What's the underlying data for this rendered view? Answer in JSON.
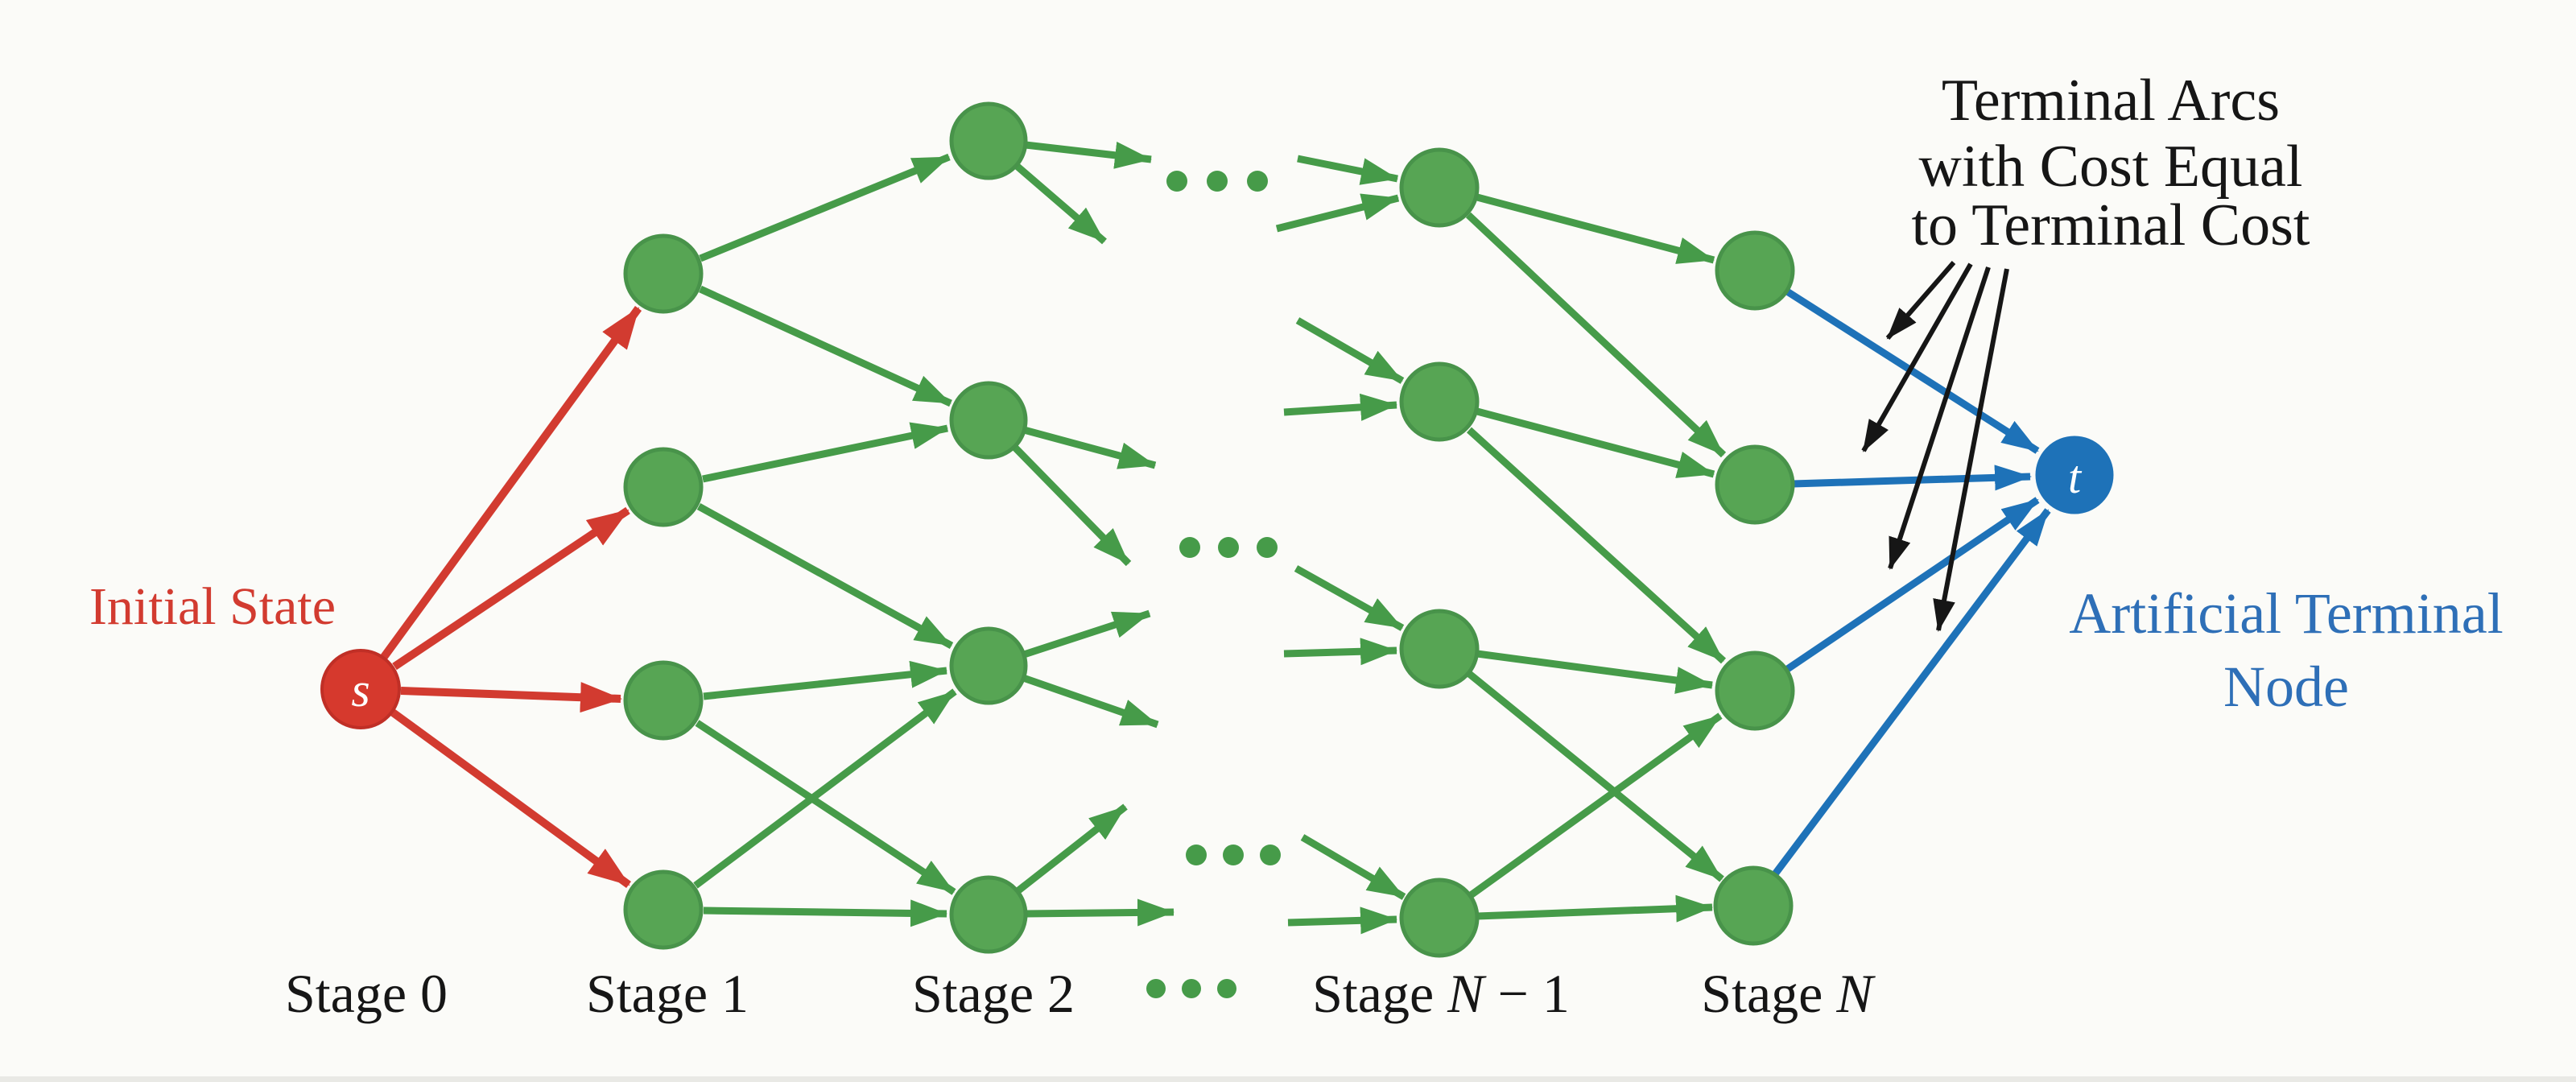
{
  "figure": {
    "initial_state_label": "Initial State",
    "source_node_label": "s",
    "terminal_node_label": "t",
    "terminal_arcs_note": {
      "line1": "Terminal Arcs",
      "line2": "with Cost Equal",
      "line3": "to Terminal Cost"
    },
    "artificial_terminal_note": {
      "line1": "Artificial Terminal",
      "line2": "Node"
    },
    "stage_labels": {
      "stage0": "Stage 0",
      "stage1": "Stage 1",
      "stage2": "Stage 2",
      "stageN1_prefix": "Stage ",
      "stageN1_var": "N",
      "stageN1_suffix": " − 1",
      "stageN_prefix": "Stage ",
      "stageN_var": "N"
    },
    "colors": {
      "background": "#fbfbf8",
      "green_node": "#57a554",
      "green_node_border": "#48934a",
      "green_edge": "#469b49",
      "red": "#d23b30",
      "red_node": "#d6392d",
      "blue": "#1e72b8",
      "blue_text": "#2e6fb7",
      "black": "#161616"
    }
  }
}
